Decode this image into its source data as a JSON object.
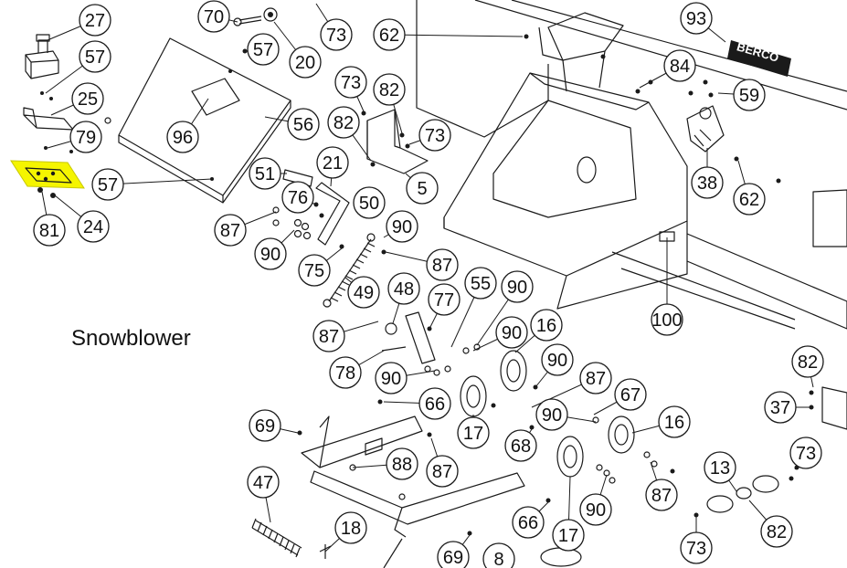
{
  "caption": "Snowblower",
  "brand_label": "BERCO",
  "highlight_color": "#f5f500",
  "callouts": [
    "27",
    "57",
    "25",
    "79",
    "81",
    "24",
    "57",
    "96",
    "56",
    "70",
    "20",
    "73",
    "57",
    "62",
    "73",
    "82",
    "73",
    "82",
    "5",
    "51",
    "21",
    "76",
    "87",
    "90",
    "75",
    "50",
    "90",
    "87",
    "49",
    "93",
    "84",
    "59",
    "38",
    "62",
    "100",
    "48",
    "77",
    "55",
    "90",
    "87",
    "78",
    "90",
    "90",
    "16",
    "90",
    "87",
    "66",
    "17",
    "67",
    "90",
    "16",
    "69",
    "88",
    "87",
    "68",
    "66",
    "17",
    "90",
    "87",
    "47",
    "18",
    "69",
    "8",
    "13",
    "73",
    "82",
    "37",
    "82",
    "73",
    "82"
  ]
}
